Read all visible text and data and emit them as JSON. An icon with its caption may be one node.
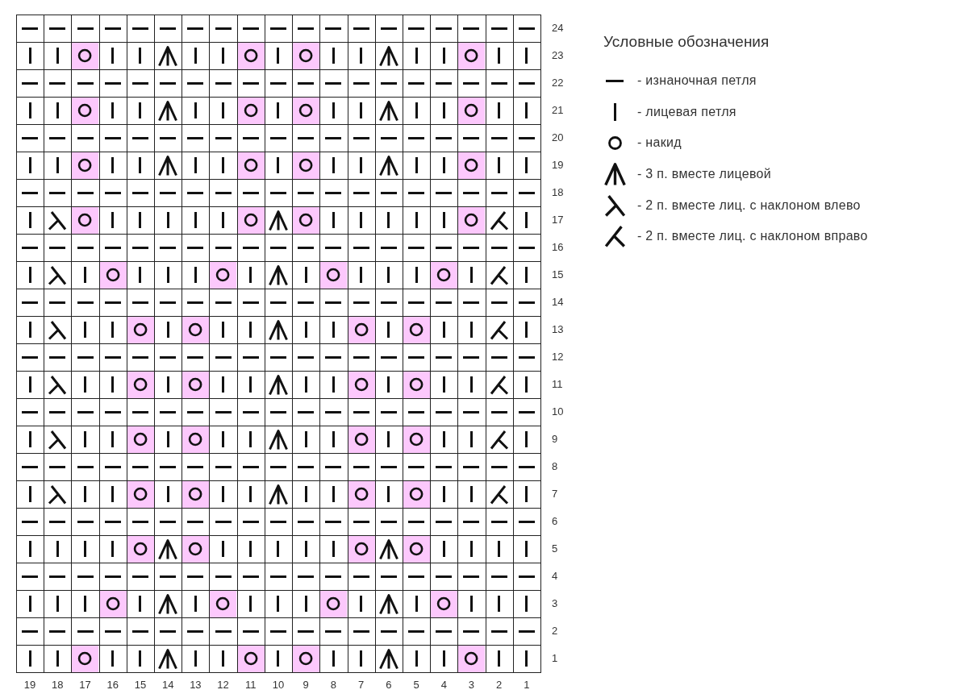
{
  "diagram": {
    "labels": [
      "24",
      "23",
      "22",
      "21",
      "20",
      "19",
      "18",
      "17",
      "16",
      "15",
      "14",
      "13",
      "12",
      "11",
      "10",
      "9",
      "8",
      "7",
      "6",
      "5",
      "4",
      "3",
      "2",
      "1",
      "19",
      "18",
      "17",
      "16",
      "15",
      "14",
      "13",
      "12",
      "11",
      "10",
      "9",
      "8",
      "7",
      "6",
      "5",
      "4",
      "3",
      "2",
      "1",
      "Условные обозначения"
    ],
    "legend": [
      {
        "text": "- изнаночная петля"
      },
      {
        "text": "- лицевая петля"
      },
      {
        "text": "- накид"
      },
      {
        "text": "- 3 п. вместе лицевой"
      },
      {
        "text": "- 2 п. вместе лиц. с наклоном влево"
      },
      {
        "text": "- 2 п. вместе лиц. с наклоном вправо"
      }
    ]
  }
}
